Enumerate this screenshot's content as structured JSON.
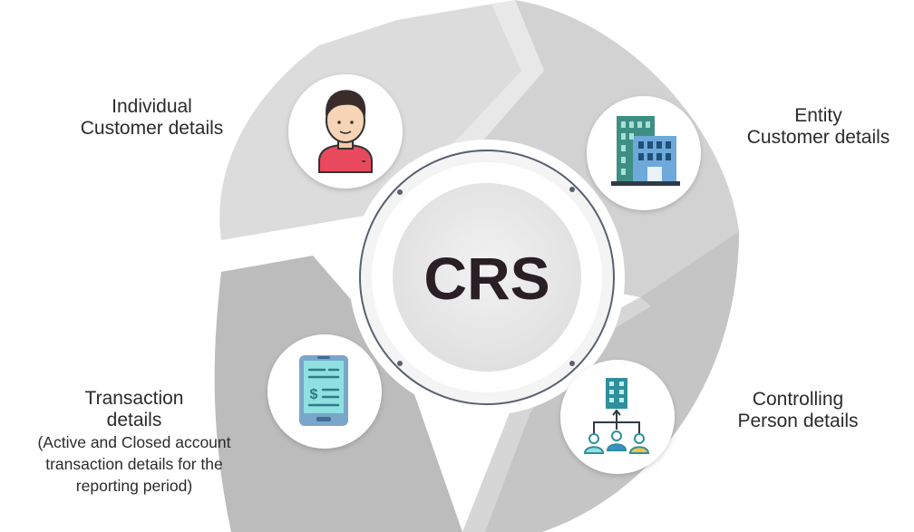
{
  "center": {
    "title": "CRS"
  },
  "segments": {
    "individual": {
      "lines": [
        "Individual",
        "Customer details"
      ],
      "icon": "person-icon"
    },
    "entity": {
      "lines": [
        "Entity",
        "Customer details"
      ],
      "icon": "building-icon"
    },
    "transaction": {
      "lines": [
        "Transaction",
        "details"
      ],
      "note": [
        "(Active and Closed account",
        "transaction details for the",
        "reporting period)"
      ],
      "icon": "receipt-tablet-icon"
    },
    "controlling": {
      "lines": [
        "Controlling",
        "Person details"
      ],
      "icon": "org-hierarchy-icon"
    }
  },
  "colors": {
    "arrow_light": "#dcdcdc",
    "arrow_mid": "#c9c9c9",
    "arrow_dark": "#b9b9b9",
    "ring": "#5a6170",
    "center_fill": "#e6e6e6",
    "title": "#2a1f24"
  }
}
